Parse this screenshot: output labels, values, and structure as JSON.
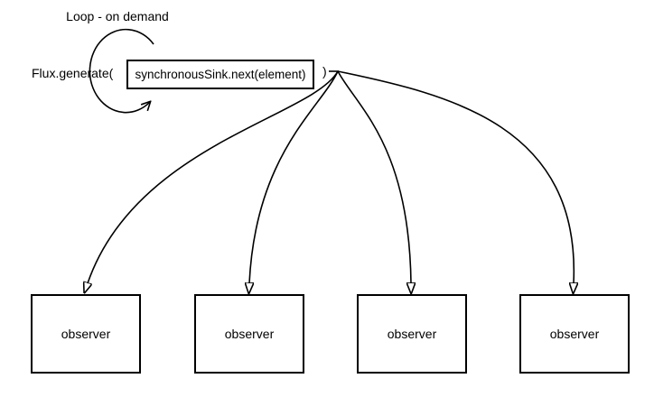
{
  "diagram": {
    "loop_annotation": "Loop - on demand",
    "generator_call": "Flux.generate(",
    "sink_call": "synchronousSink.next(element)",
    "closing_paren": ")",
    "observers": [
      {
        "label": "observer"
      },
      {
        "label": "observer"
      },
      {
        "label": "observer"
      },
      {
        "label": "observer"
      }
    ],
    "colors": {
      "stroke": "#000000",
      "text": "#000000",
      "background": "#ffffff"
    }
  }
}
